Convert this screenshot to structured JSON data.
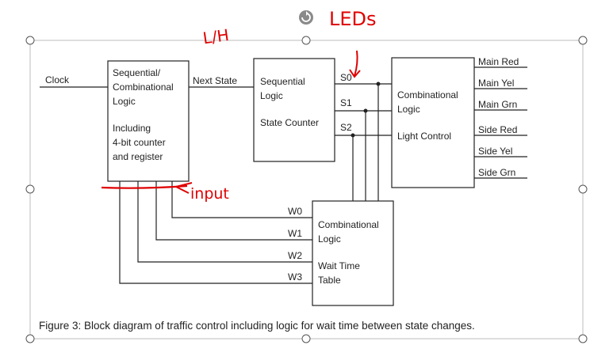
{
  "blocks": {
    "seq_comb": {
      "lines": [
        "Sequential/",
        "Combinational",
        "Logic",
        "Including",
        "4-bit counter",
        "and register"
      ]
    },
    "state_counter": {
      "lines": [
        "Sequential",
        "Logic",
        "State Counter"
      ]
    },
    "light_control": {
      "lines": [
        "Combinational",
        "Logic",
        "Light Control"
      ]
    },
    "wait_table": {
      "lines": [
        "Combinational",
        "Logic",
        "Wait Time",
        "Table"
      ]
    }
  },
  "signals": {
    "clock": "Clock",
    "next_state": "Next State",
    "states": [
      "S0",
      "S1",
      "S2"
    ],
    "outputs": [
      "Main Red",
      "Main Yel",
      "Main Grn",
      "Side Red",
      "Side Yel",
      "Side Grn"
    ],
    "wait": [
      "W0",
      "W1",
      "W2",
      "W3"
    ]
  },
  "caption": "Figure 3:  Block diagram of traffic control including logic for wait time between state changes.",
  "annotations": {
    "lh": "L/H",
    "leds": "LEDs",
    "input": "input"
  },
  "colors": {
    "annotation": "#e00000",
    "line": "#222222",
    "handle_border": "#555555"
  }
}
